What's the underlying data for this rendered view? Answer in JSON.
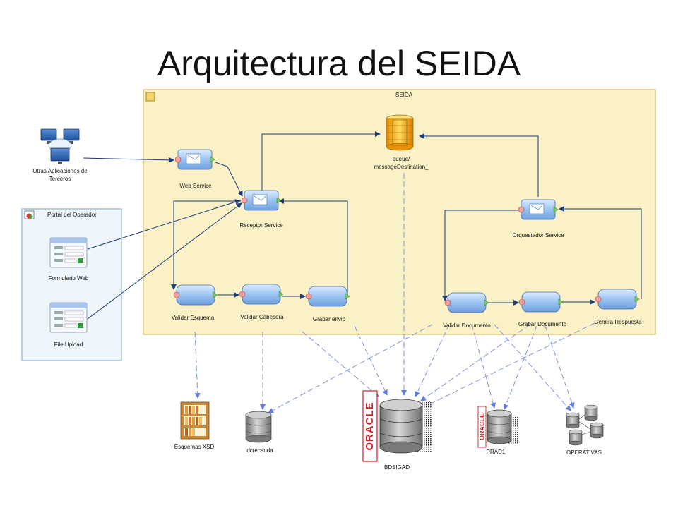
{
  "slide": {
    "title": "Arquitectura del SEIDA"
  },
  "seida": {
    "title": "SEIDA",
    "queue_line1": "queue/",
    "queue_line2": "messageDestination_",
    "web_service": "Web Service",
    "receptor_service": "Receptor Service",
    "validar_esquema": "Validar Esquema",
    "validar_cabecera": "Validar Cabecera",
    "grabar_envio": "Grabar envio",
    "orquestador_service": "Orquestador Service",
    "validar_documento": "Validar Documento",
    "grabar_documento": "Grabar Documento",
    "genera_respuesta": "Genera Respuesta"
  },
  "external": {
    "otras_line1": "Otras Aplicaciones de",
    "otras_line2": "Terceros"
  },
  "portal": {
    "title": "Portal del Operador",
    "formulario_web": "Formulario Web",
    "file_upload": "File Upload"
  },
  "datastores": {
    "esquemas_xsd": "Esquemas XSD",
    "dcrecauda": "dcrecauda",
    "bdsigad": "BDSIGAD",
    "prad1": "PRAD1",
    "operativas": "OPERATIVAS",
    "oracle_logo": "ORACLE"
  },
  "colors": {
    "seida_bg": "#fbf1c6",
    "seida_border": "#c9a84a",
    "portal_bg": "#eef5fb",
    "portal_border": "#7aa6cf",
    "solid_arrow": "#1a3a7a",
    "dashed_arrow": "#7f93e0",
    "oracle_red": "#d11f26"
  }
}
